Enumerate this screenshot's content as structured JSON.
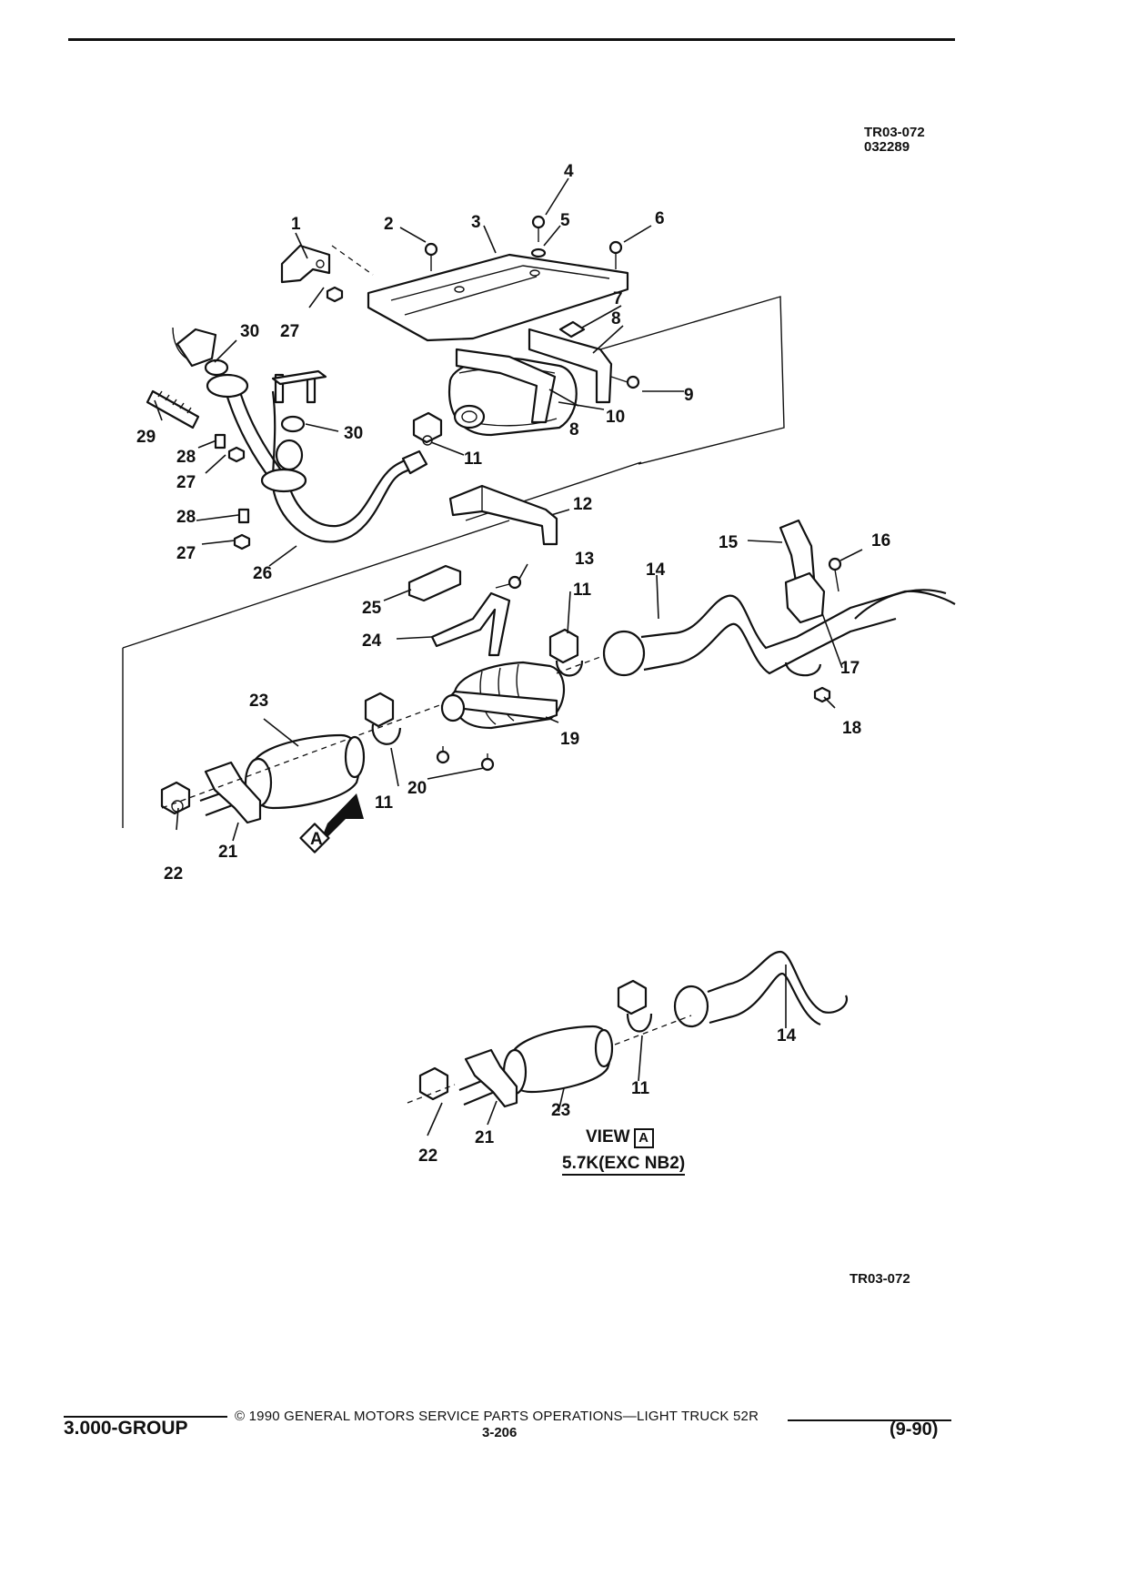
{
  "header": {
    "figure_code": "TR03-072",
    "figure_date": "032289"
  },
  "callouts": [
    "1",
    "2",
    "3",
    "4",
    "5",
    "6",
    "7",
    "8",
    "8",
    "9",
    "10",
    "11",
    "11",
    "11",
    "12",
    "13",
    "14",
    "15",
    "16",
    "17",
    "18",
    "19",
    "20",
    "21",
    "22",
    "23",
    "24",
    "25",
    "26",
    "27",
    "27",
    "27",
    "28",
    "28",
    "29",
    "30",
    "30"
  ],
  "view": {
    "label": "VIEW",
    "box_letter": "A",
    "caption": "5.7K(EXC NB2)",
    "callouts": [
      "14",
      "11",
      "23",
      "21",
      "22"
    ]
  },
  "direction_arrow": {
    "letter": "A"
  },
  "bottom_code": "TR03-072",
  "footer": {
    "group": "3.000-GROUP",
    "copyright": "© 1990 GENERAL MOTORS SERVICE PARTS OPERATIONS—LIGHT TRUCK 52R",
    "page": "3-206",
    "date": "(9-90)"
  }
}
